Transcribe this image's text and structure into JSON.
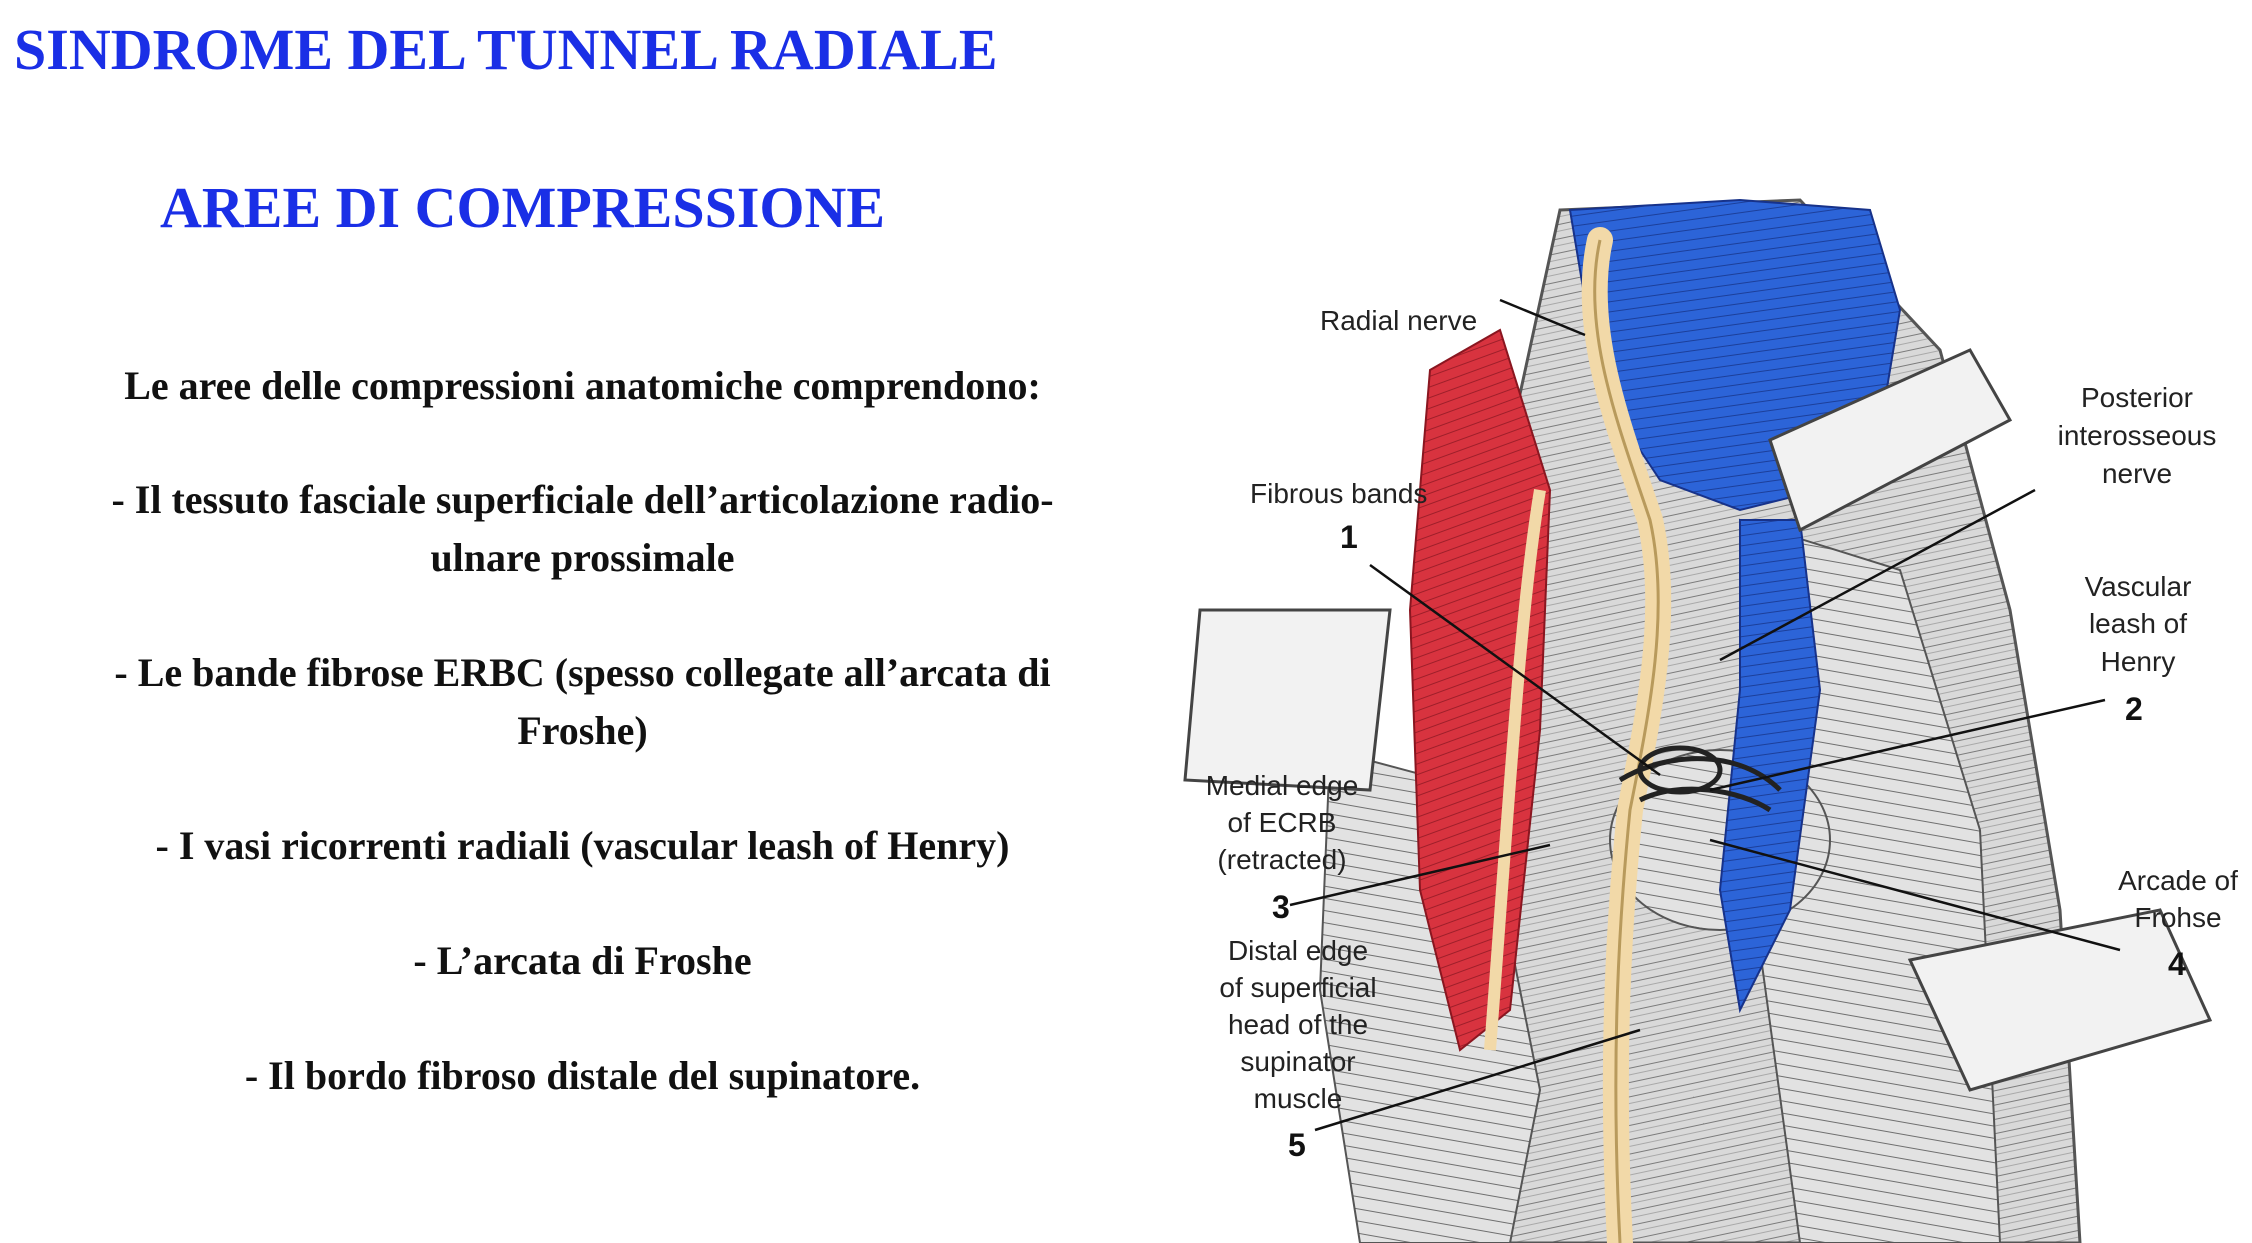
{
  "heading": {
    "title": "SINDROME DEL TUNNEL RADIALE",
    "subtitle": "AREE DI COMPRESSIONE"
  },
  "text": {
    "intro": "Le aree delle compressioni anatomiche comprendono:",
    "items": [
      {
        "line1": "- Il tessuto fasciale superficiale dell’articolazione radio-",
        "line2": "ulnare prossimale"
      },
      {
        "line1": "- Le bande fibrose ERBC (spesso collegate all’arcata di",
        "line2": "Froshe)"
      },
      {
        "line1": "- I vasi ricorrenti radiali  (vascular leash of Henry)"
      },
      {
        "line1": "- L’arcata di Froshe"
      },
      {
        "line1": "- Il bordo fibroso distale del supinatore."
      }
    ]
  },
  "figure": {
    "labels": {
      "radial_nerve": "Radial nerve",
      "posterior_interosseous": [
        "Posterior",
        "interosseous",
        "nerve"
      ],
      "fibrous_bands": "Fibrous bands",
      "vascular_leash": [
        "Vascular",
        "leash of",
        "Henry"
      ],
      "medial_edge": [
        "Medial edge",
        "of ECRB",
        "(retracted)"
      ],
      "arcade": [
        "Arcade of",
        "Frohse"
      ],
      "distal_edge": [
        "Distal edge",
        "of superficial",
        "head of the",
        "supinator",
        "muscle"
      ]
    },
    "numbers": [
      "1",
      "2",
      "3",
      "4",
      "5"
    ],
    "colors": {
      "muscle_red": "#d8333f",
      "muscle_blue": "#2c64d8",
      "nerve": "#f2d9a8",
      "tissue_gray": "#cfcfcf"
    }
  }
}
